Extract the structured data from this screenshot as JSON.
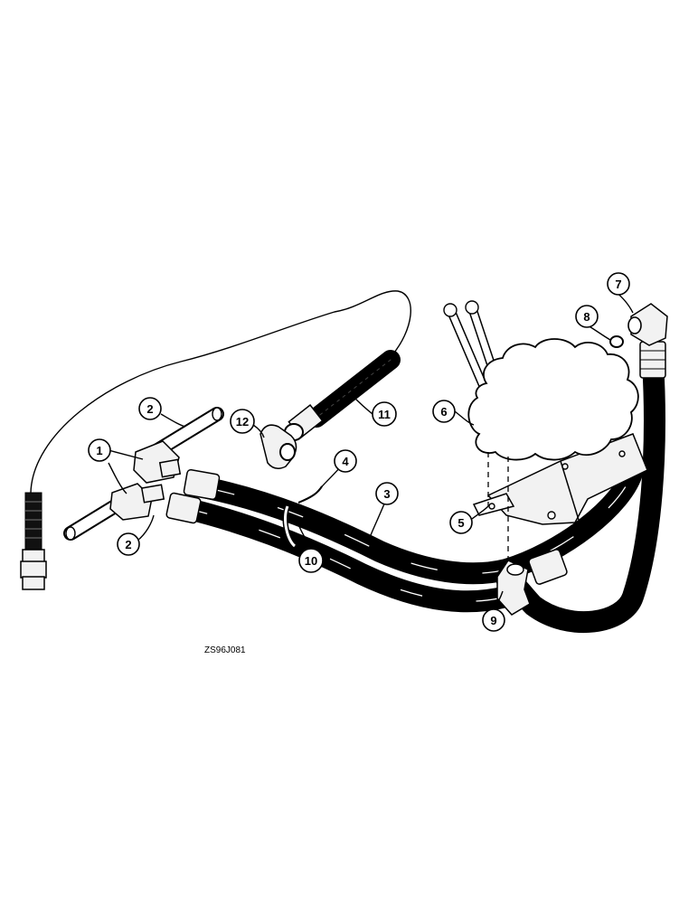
{
  "diagram": {
    "drawing_code": "ZS96J081",
    "callouts": [
      {
        "id": "c1a",
        "label": "1"
      },
      {
        "id": "c2a",
        "label": "2"
      },
      {
        "id": "c2b",
        "label": "2"
      },
      {
        "id": "c3",
        "label": "3"
      },
      {
        "id": "c4",
        "label": "4"
      },
      {
        "id": "c5",
        "label": "5"
      },
      {
        "id": "c6",
        "label": "6"
      },
      {
        "id": "c7",
        "label": "7"
      },
      {
        "id": "c8",
        "label": "8"
      },
      {
        "id": "c9",
        "label": "9"
      },
      {
        "id": "c10",
        "label": "10"
      },
      {
        "id": "c11",
        "label": "11"
      },
      {
        "id": "c12",
        "label": "12"
      }
    ]
  }
}
